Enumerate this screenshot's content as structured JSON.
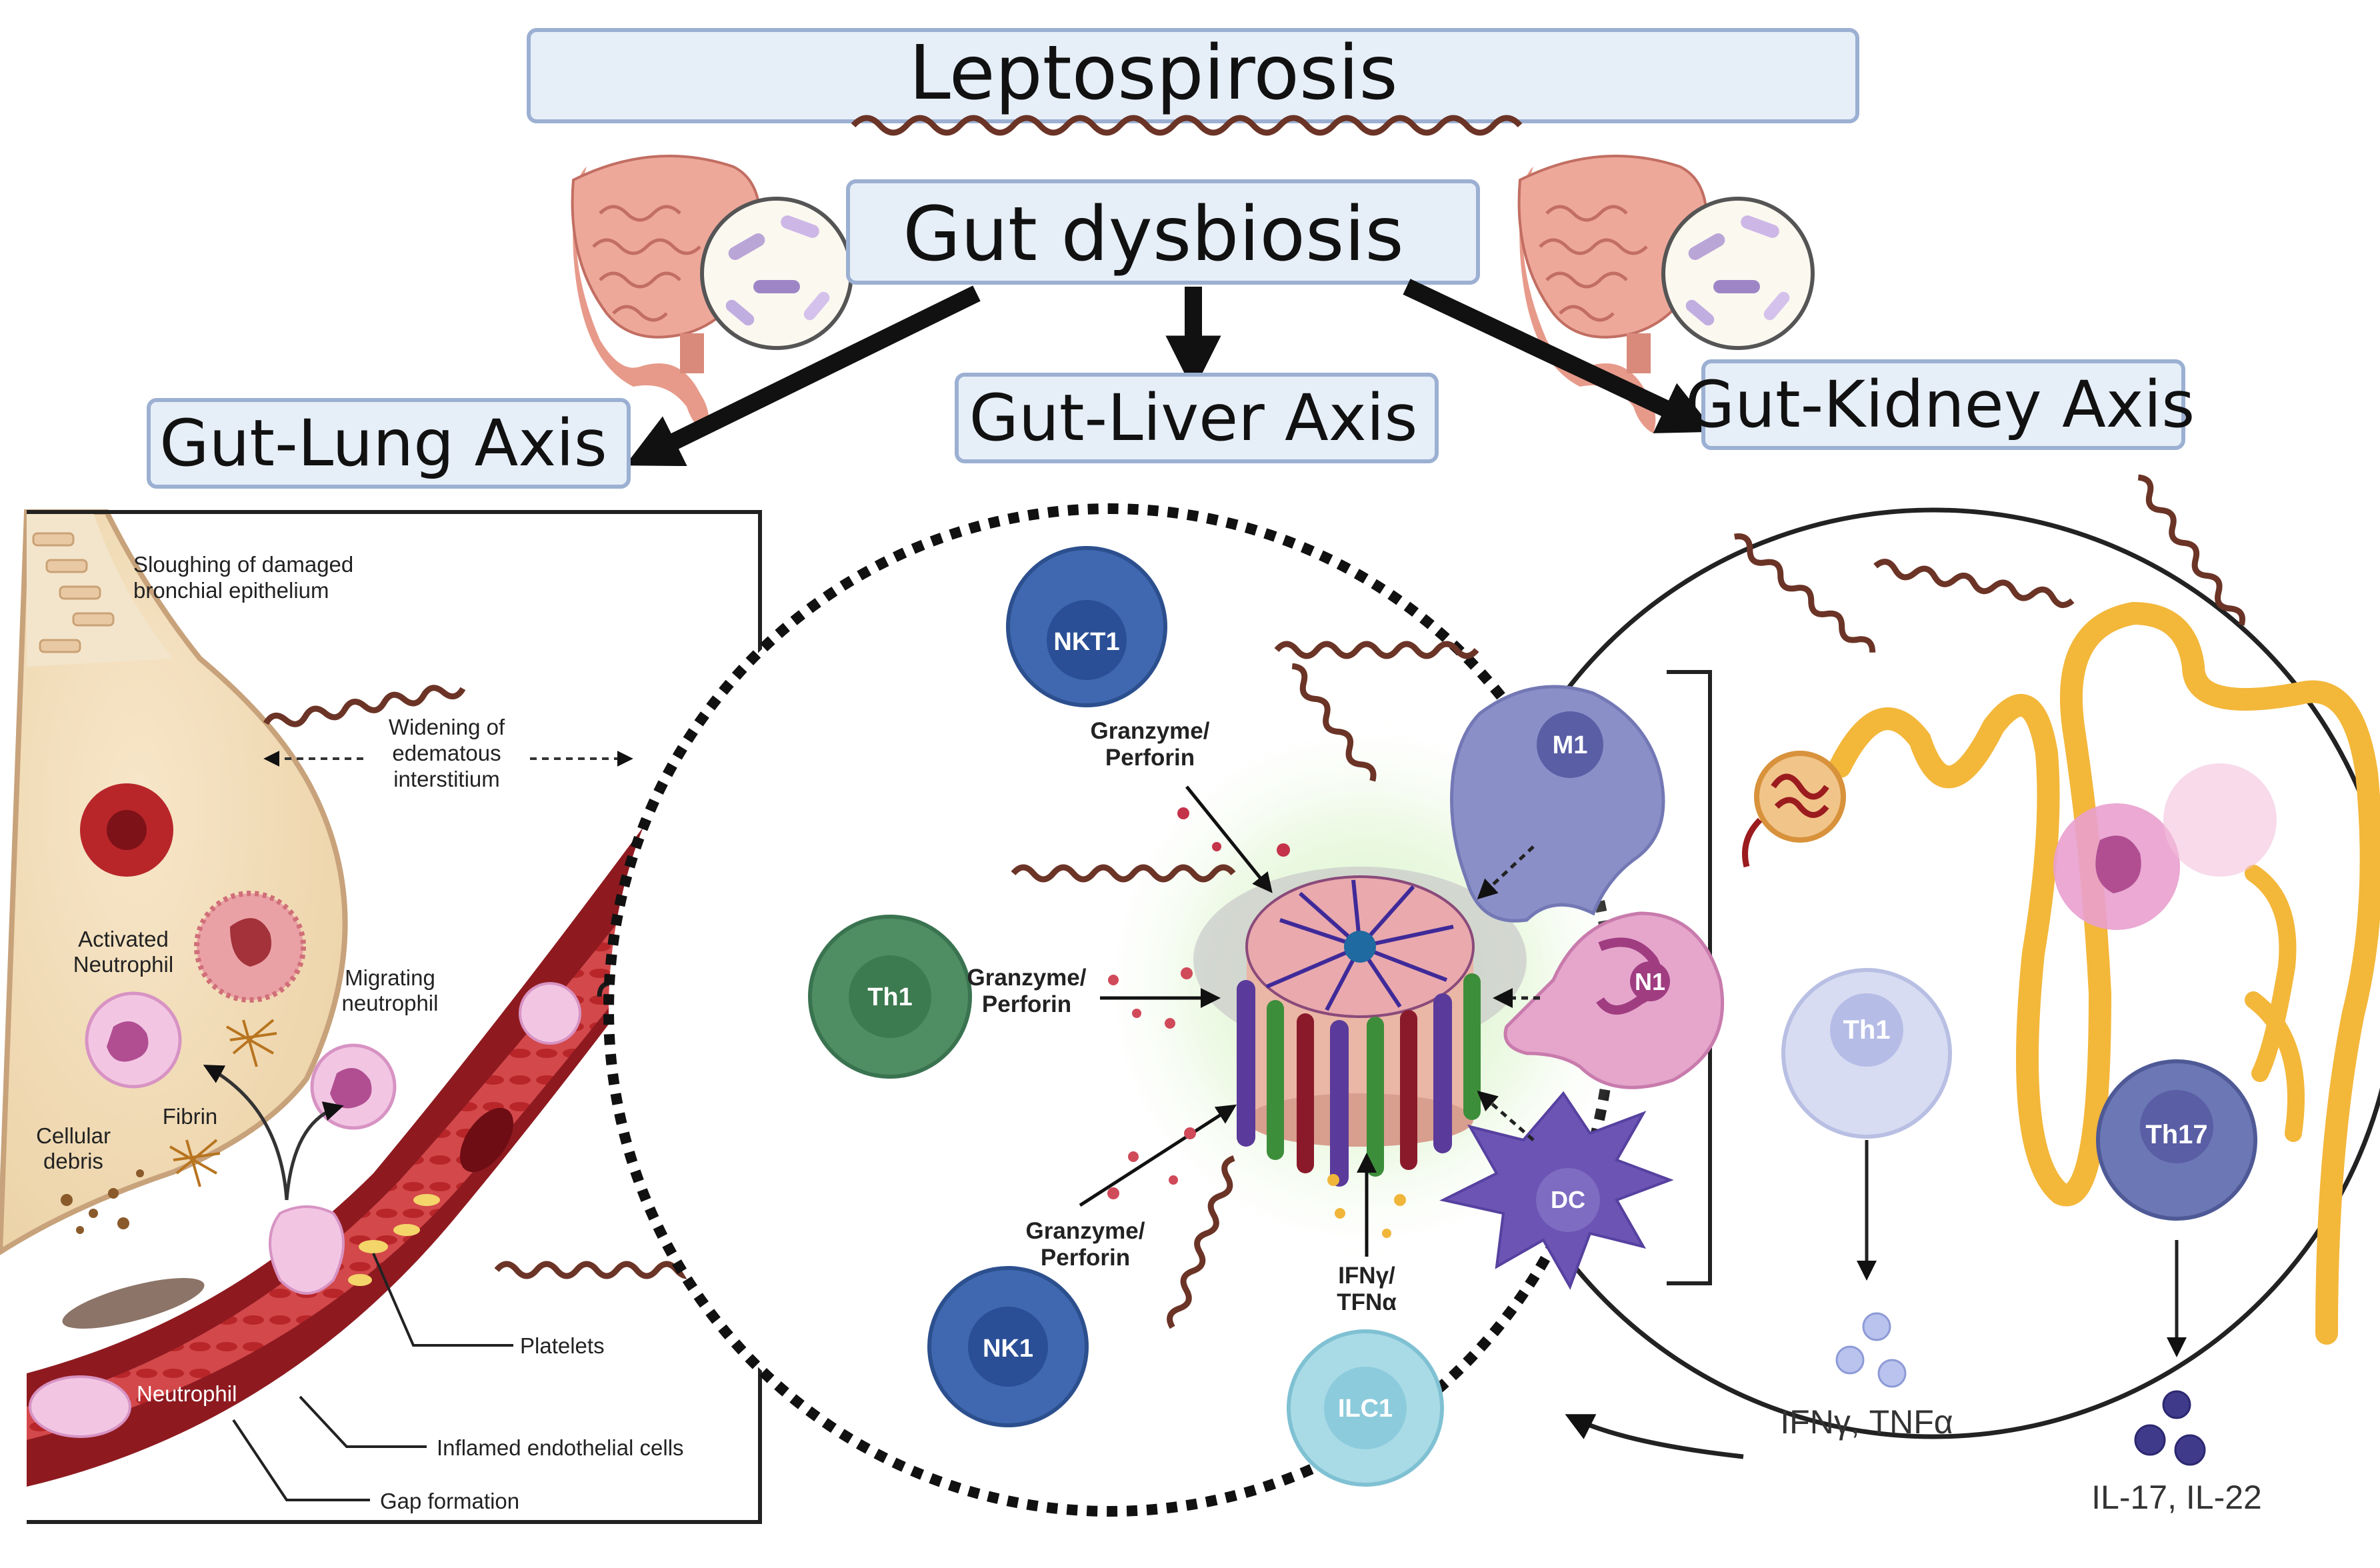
{
  "titles": {
    "main": "Leptospirosis",
    "dysbiosis": "Gut dysbiosis",
    "lung_axis": "Gut-Lung Axis",
    "liver_axis": "Gut-Liver Axis",
    "kidney_axis": "Gut-Kidney Axis"
  },
  "lung_panel": {
    "sloughing": [
      "Sloughing of damaged",
      "bronchial epithelium"
    ],
    "widening": [
      "Widening of",
      "edematous",
      "interstitium"
    ],
    "activated_neutrophil": [
      "Activated",
      "Neutrophil"
    ],
    "migrating_neutrophil": [
      "Migrating",
      "neutrophil"
    ],
    "fibrin": "Fibrin",
    "cellular_debris": [
      "Cellular",
      "debris"
    ],
    "platelets": "Platelets",
    "neutrophil": "Neutrophil",
    "inflamed_endothelial": "Inflamed endothelial cells",
    "gap_formation": "Gap formation"
  },
  "liver_panel": {
    "nkt1": "NKT1",
    "th1": "Th1",
    "nk1": "NK1",
    "ilc1": "ILC1",
    "m1": "M1",
    "n1": "N1",
    "dc": "DC",
    "granzyme_top": [
      "Granzyme/",
      "Perforin"
    ],
    "granzyme_left": [
      "Granzyme/",
      "Perforin"
    ],
    "granzyme_bottom": [
      "Granzyme/",
      "Perforin"
    ],
    "ifn_tfn": [
      "IFNγ/",
      "TFNα"
    ]
  },
  "kidney_panel": {
    "th1": "Th1",
    "th17": "Th17",
    "ifn_tnf": "IFNγ, TNFα",
    "il17_22": "IL-17, IL-22"
  },
  "colors": {
    "title_box_fill": "#e6eef8",
    "title_box_stroke": "#9bb0d2",
    "leptospira": "#6b3426",
    "vessel": "#b6262c",
    "tubule": "#f3b73a"
  }
}
